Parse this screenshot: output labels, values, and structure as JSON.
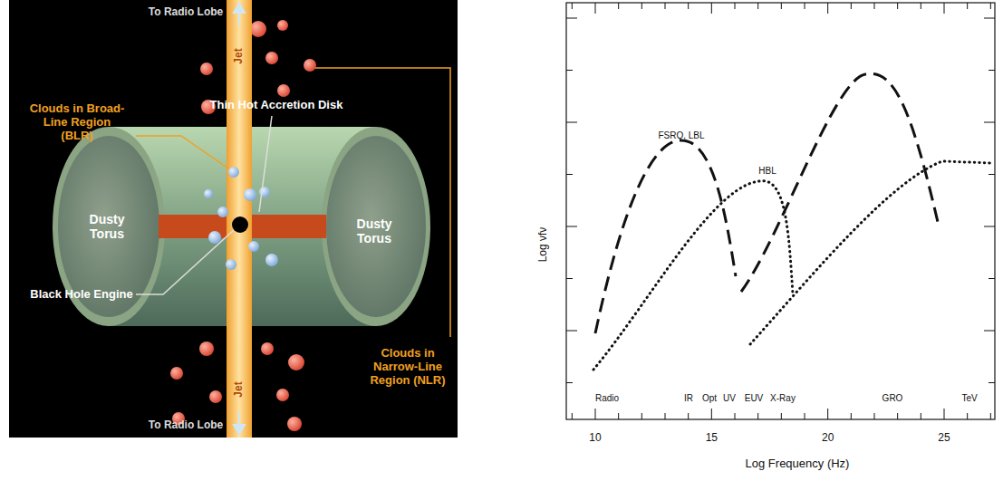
{
  "diagram": {
    "labels": [
      "To Radio Lobe",
      "Jet",
      "Clouds in Broad-Line Region (BLR)",
      "Thin Hot Accretion Disk",
      "Dusty Torus",
      "Dusty Torus",
      "Black Hole Engine",
      "Jet",
      "To Radio Lobe",
      "Clouds in Narrow-Line Region (NLR)",
      "FSRQ, LBL",
      "HBL",
      "Log νfν",
      "Radio",
      "IR",
      "Opt",
      "UV",
      "EUV",
      "X-Ray",
      "GRO",
      "TeV",
      "10",
      "15",
      "20",
      "25",
      "Log Frequency (Hz)"
    ]
  }
}
